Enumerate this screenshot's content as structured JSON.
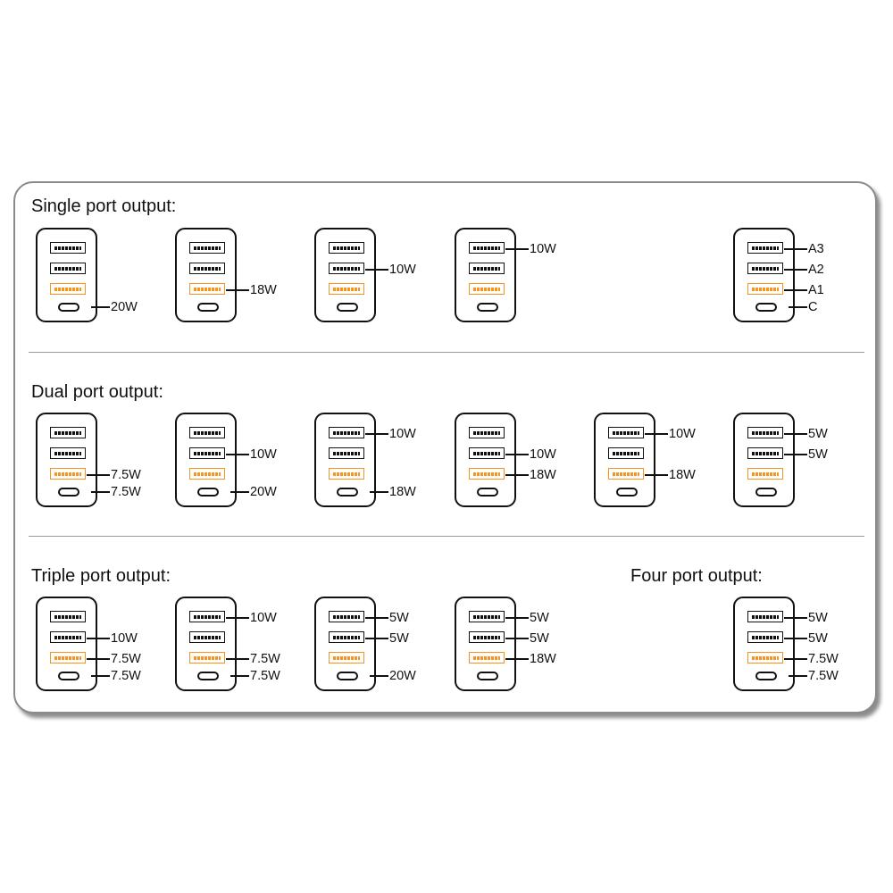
{
  "colors": {
    "accent_orange": "#f7931e",
    "outline": "#111111"
  },
  "sections": [
    {
      "title": "Single port output:",
      "devices": [
        {
          "a3": null,
          "a2": null,
          "a1": null,
          "c": "20W"
        },
        {
          "a3": null,
          "a2": null,
          "a1": "18W",
          "c": null
        },
        {
          "a3": null,
          "a2": "10W",
          "a1": null,
          "c": null
        },
        {
          "a3": "10W",
          "a2": null,
          "a1": null,
          "c": null
        },
        {
          "a3": "A3",
          "a2": "A2",
          "a1": "A1",
          "c": "C"
        }
      ]
    },
    {
      "title": "Dual port output:",
      "devices": [
        {
          "a3": null,
          "a2": null,
          "a1": "7.5W",
          "c": "7.5W"
        },
        {
          "a3": null,
          "a2": "10W",
          "a1": null,
          "c": "20W"
        },
        {
          "a3": "10W",
          "a2": null,
          "a1": null,
          "c": "18W"
        },
        {
          "a3": null,
          "a2": "10W",
          "a1": "18W",
          "c": null
        },
        {
          "a3": "10W",
          "a2": null,
          "a1": "18W",
          "c": null
        },
        {
          "a3": "5W",
          "a2": "5W",
          "a1": null,
          "c": null
        }
      ]
    },
    {
      "title": "Triple port output:",
      "devices": [
        {
          "a3": null,
          "a2": "10W",
          "a1": "7.5W",
          "c": "7.5W"
        },
        {
          "a3": "10W",
          "a2": null,
          "a1": "7.5W",
          "c": "7.5W"
        },
        {
          "a3": "5W",
          "a2": "5W",
          "a1": null,
          "c": "20W"
        },
        {
          "a3": "5W",
          "a2": "5W",
          "a1": "18W",
          "c": null
        }
      ]
    },
    {
      "title": "Four port output:",
      "devices": [
        {
          "a3": "5W",
          "a2": "5W",
          "a1": "7.5W",
          "c": "7.5W"
        }
      ]
    }
  ]
}
